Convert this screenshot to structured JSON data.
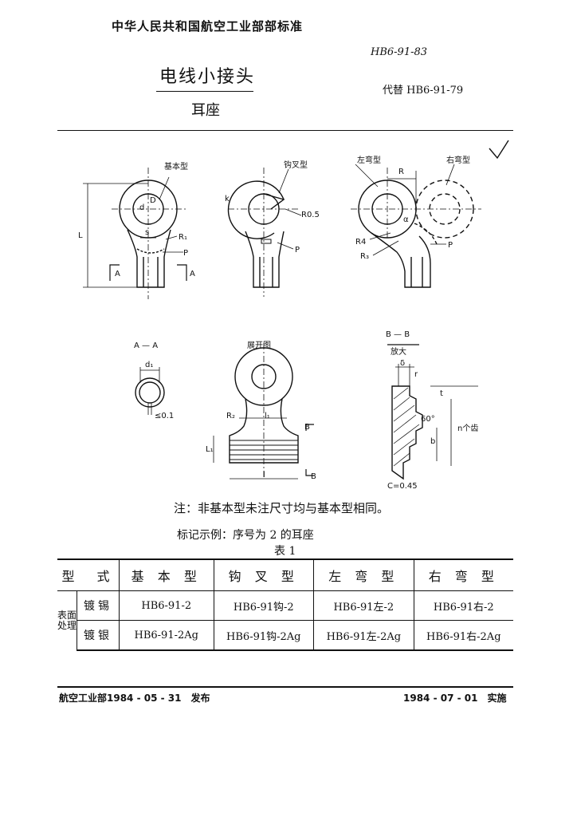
{
  "header": {
    "organization": "中华人民共和国航空工业部部标准",
    "standard_no": "HB6-91-83",
    "title_main": "电线小接头",
    "title_sub": "耳座",
    "replaces": "代替 HB6-91-79"
  },
  "drawing": {
    "labels": {
      "basic_type": "基本型",
      "hook_type": "钩叉型",
      "left_bend": "左弯型",
      "right_bend": "右弯型",
      "section_aa": "A — A",
      "unfolded": "展开图",
      "section_bb": "B — B",
      "enlarged": "放大",
      "dim_a": "A",
      "dim_B": "B",
      "dim_L": "L",
      "dim_l": "l",
      "dim_l1": "l₁",
      "dim_L1": "L₁",
      "dim_d": "d",
      "dim_d1": "d₁",
      "dim_D": "D",
      "dim_R": "R",
      "dim_R1": "R₁",
      "dim_R2": "R₂",
      "dim_R3": "R₃",
      "dim_R4": "R4",
      "dim_R05": "R0.5",
      "dim_P": "P",
      "dim_s": "s",
      "dim_delta": "δ",
      "dim_k": "k",
      "dim_r": "r",
      "dim_angle": "60°",
      "dim_chamfer": "C=0.45",
      "dim_thk": "≤0.1",
      "dim_n": "n个齿",
      "dim_t": "t",
      "dim_b": "b",
      "dim_alpha": "α"
    }
  },
  "note": "注：非基本型未注尺寸均与基本型相同。",
  "example": "标记示例：序号为 2 的耳座",
  "table": {
    "caption": "表 1",
    "header": [
      "型　式",
      "基 本 型",
      "钩 叉 型",
      "左 弯 型",
      "右 弯 型"
    ],
    "side_header": "表面处理",
    "rows": [
      {
        "process": "镀锡",
        "cells": [
          "HB6-91-2",
          "HB6-91钩-2",
          "HB6-91左-2",
          "HB6-91右-2"
        ]
      },
      {
        "process": "镀银",
        "cells": [
          "HB6-91-2Ag",
          "HB6-91钩-2Ag",
          "HB6-91左-2Ag",
          "HB6-91右-2Ag"
        ]
      }
    ]
  },
  "footer": {
    "published": "航空工业部1984 - 05 - 31　发布",
    "implemented": "1984 - 07 - 01　实施"
  }
}
